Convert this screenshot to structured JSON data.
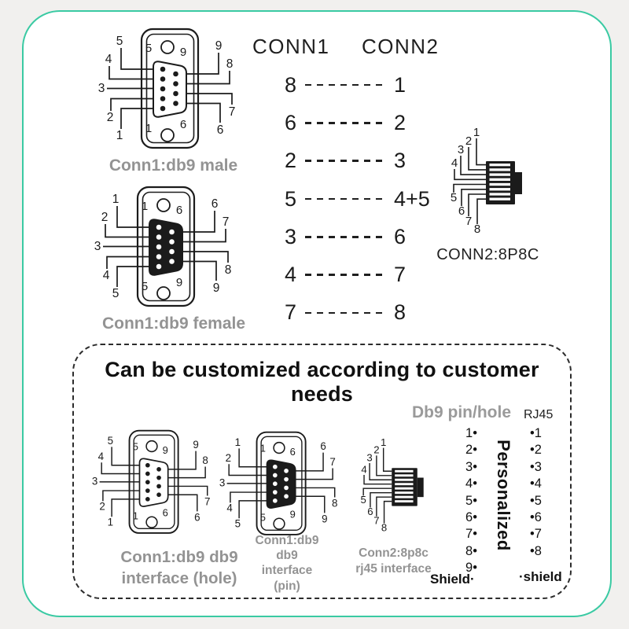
{
  "colors": {
    "frame": "#3acaa3",
    "ink": "#1b1b1b",
    "muted": "#939393",
    "background": "#f1f0ee"
  },
  "top_section": {
    "db9_male": {
      "caption": "Conn1:db9 male",
      "style": "hole",
      "left_labels": [
        "5",
        "4",
        "3",
        "2",
        "1"
      ],
      "right_labels": [
        "9",
        "8",
        "7",
        "6"
      ],
      "corners": {
        "tl": "5",
        "tr": "9",
        "bl": "1",
        "br": "6"
      }
    },
    "db9_female": {
      "caption": "Conn1:db9 female",
      "style": "pin",
      "left_labels": [
        "1",
        "2",
        "3",
        "4",
        "5"
      ],
      "right_labels": [
        "6",
        "7",
        "8",
        "9"
      ],
      "corners": {
        "tl": "1",
        "tr": "6",
        "bl": "5",
        "br": "9"
      }
    },
    "wiring": {
      "conn1_header": "CONN1",
      "conn2_header": "CONN2",
      "rows": [
        {
          "from": "8",
          "to": "1"
        },
        {
          "from": "6",
          "to": "2"
        },
        {
          "from": "2",
          "to": "3"
        },
        {
          "from": "5",
          "to": "4+5"
        },
        {
          "from": "3",
          "to": "6"
        },
        {
          "from": "4",
          "to": "7"
        },
        {
          "from": "7",
          "to": "8"
        }
      ]
    },
    "rj45": {
      "caption": "CONN2:8P8C",
      "labels": [
        "1",
        "2",
        "3",
        "4",
        "5",
        "6",
        "7",
        "8"
      ]
    }
  },
  "custom_section": {
    "title": "Can be customized according to customer needs",
    "db9_hole": {
      "caption_lines": [
        "Conn1:db9 db9",
        "interface (hole)"
      ],
      "style": "hole",
      "left_labels": [
        "5",
        "4",
        "3",
        "2",
        "1"
      ],
      "right_labels": [
        "9",
        "8",
        "7",
        "6"
      ],
      "corners": {
        "tl": "5",
        "tr": "9",
        "bl": "1",
        "br": "6"
      }
    },
    "db9_pin": {
      "caption_lines": [
        "Conn1:db9",
        "db9",
        "interface",
        "(pin)"
      ],
      "style": "pin",
      "left_labels": [
        "1",
        "2",
        "3",
        "4",
        "5"
      ],
      "right_labels": [
        "6",
        "7",
        "8",
        "9"
      ],
      "corners": {
        "tl": "1",
        "tr": "6",
        "bl": "5",
        "br": "9"
      }
    },
    "rj45": {
      "caption_lines": [
        "Conn2:8p8c",
        "rj45 interface"
      ],
      "labels": [
        "1",
        "2",
        "3",
        "4",
        "5",
        "6",
        "7",
        "8"
      ]
    },
    "pin_table": {
      "left_header": "Db9 pin/hole",
      "right_header": "RJ45",
      "center_label": "Personalized",
      "bullet": "•",
      "left_pins": [
        "1",
        "2",
        "3",
        "4",
        "5",
        "6",
        "7",
        "8",
        "9"
      ],
      "right_pins": [
        "1",
        "2",
        "3",
        "4",
        "5",
        "6",
        "7",
        "8"
      ],
      "left_footer": "Shield·",
      "right_footer": "·shield"
    }
  }
}
